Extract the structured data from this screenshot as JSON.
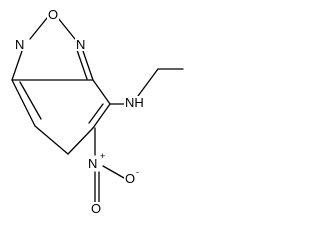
{
  "structure": {
    "atoms": {
      "ring_oxygen": "O",
      "ring_nitrogen_left": "N",
      "ring_nitrogen_right": "N",
      "amine": "NH",
      "nitro_nitrogen": "N",
      "nitro_oxygen_right": "O",
      "nitro_oxygen_bottom": "O"
    },
    "charges": {
      "nitro_nitrogen": "+",
      "nitro_oxygen_right": "-"
    }
  }
}
